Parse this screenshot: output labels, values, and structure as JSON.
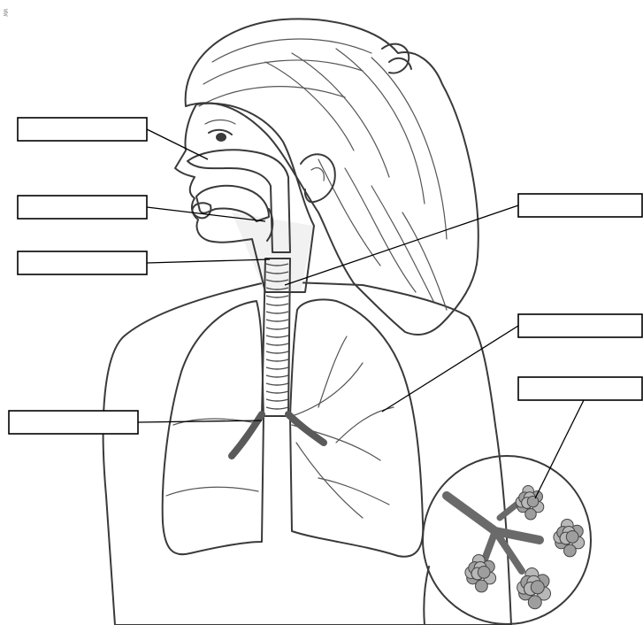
{
  "watermark": "WW",
  "labels": [
    {
      "id": "nasal-cavity",
      "text": ""
    },
    {
      "id": "mouth",
      "text": ""
    },
    {
      "id": "larynx",
      "text": ""
    },
    {
      "id": "trachea",
      "text": ""
    },
    {
      "id": "lung",
      "text": ""
    },
    {
      "id": "alveoli",
      "text": ""
    },
    {
      "id": "bronchi",
      "text": ""
    }
  ],
  "colors": {
    "skin": "#f4f4f4",
    "lung_left": "#a9a9a9",
    "lung_right": "#8d8d8d",
    "airway": "#7a7a7a",
    "outline": "#3a3a3a"
  }
}
